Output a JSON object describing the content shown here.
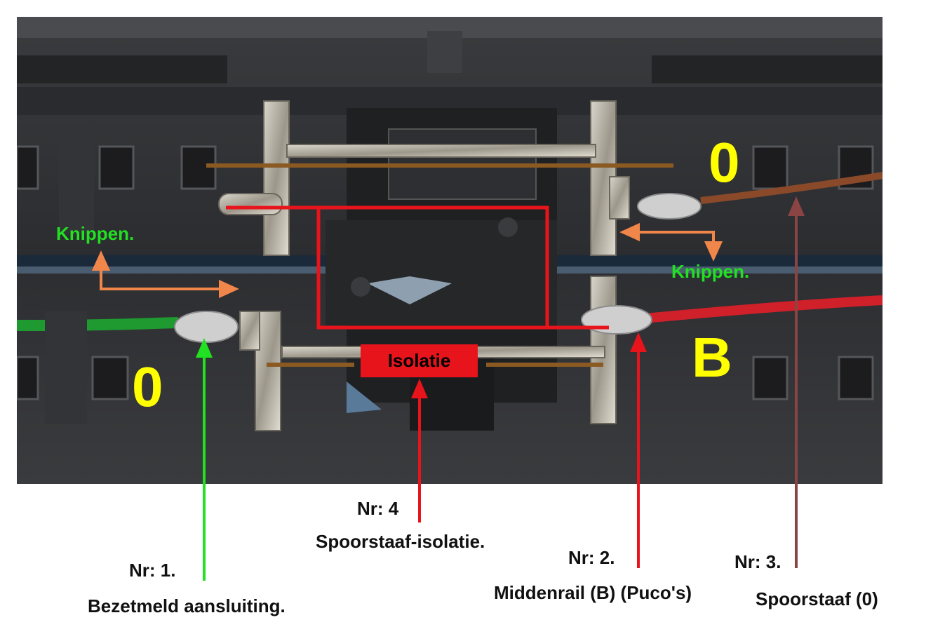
{
  "labels": {
    "zero_top_right": "0",
    "zero_bottom_left": "0",
    "b_marker": "B",
    "knippen_left": "Knippen.",
    "knippen_right": "Knippen.",
    "isolatie": "Isolatie"
  },
  "callouts": {
    "nr1": {
      "number": "Nr: 1.",
      "text": "Bezetmeld aansluiting."
    },
    "nr2": {
      "number": "Nr: 2.",
      "text": "Middenrail (B) (Puco's)"
    },
    "nr3": {
      "number": "Nr: 3.",
      "text": "Spoorstaaf  (0)"
    },
    "nr4": {
      "number": "Nr: 4",
      "text": "Spoorstaaf-isolatie."
    }
  },
  "colors": {
    "green_arrow": "#22e022",
    "red_arrow": "#e8141c",
    "brown_arrow": "#8b4444",
    "orange_arrow": "#f0864a",
    "brown_rail_line": "#8a5a22",
    "yellow_marker": "#ffff00"
  }
}
